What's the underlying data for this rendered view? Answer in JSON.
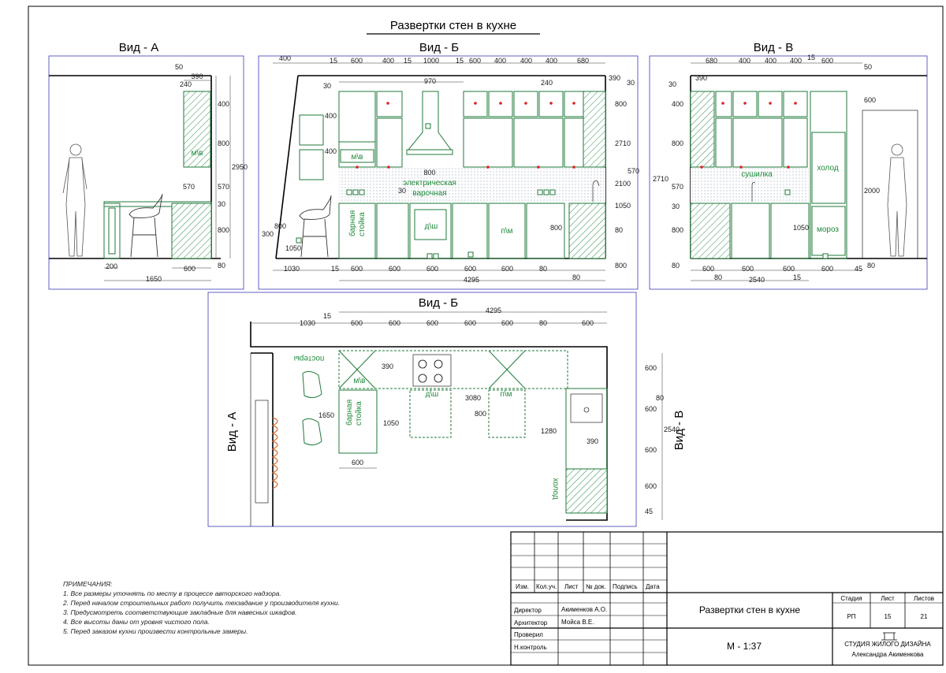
{
  "sheet": {
    "title": "Развертки стен в кухне"
  },
  "views": {
    "a": {
      "title": "Вид - А"
    },
    "b": {
      "title": "Вид - Б"
    },
    "v": {
      "title": "Вид - В"
    },
    "plan": {
      "title": "Вид - Б",
      "side_left": "Вид - А",
      "side_right": "Вид - В"
    }
  },
  "labels": {
    "mv": "м\\в",
    "dsh": "д\\ш",
    "pm": "п\\м",
    "hob_line1": "электрическая",
    "hob_line2": "варочная",
    "bar_line1": "барная",
    "bar_line2": "стойка",
    "dryer": "сушилка",
    "fridge": "холод",
    "freezer": "мороз",
    "holod_flip": "холод",
    "posters": "постеры"
  },
  "dims": {
    "a": [
      "50",
      "390",
      "240",
      "400",
      "800",
      "2950",
      "570",
      "570",
      "30",
      "800",
      "80",
      "200",
      "600",
      "1650"
    ],
    "b_top": [
      "400",
      "15",
      "600",
      "400",
      "15",
      "1000",
      "15",
      "600",
      "400",
      "400",
      "400",
      "680"
    ],
    "b_misc": [
      "970",
      "390",
      "30",
      "240",
      "30",
      "800",
      "400",
      "800",
      "2710",
      "570",
      "2100",
      "30",
      "1050",
      "800",
      "300",
      "1050",
      "800",
      "80",
      "800",
      "30",
      "400"
    ],
    "b_bottom": [
      "1030",
      "15",
      "600",
      "600",
      "600",
      "600",
      "600",
      "80",
      "4295",
      "80"
    ],
    "v_top": [
      "680",
      "400",
      "400",
      "400",
      "15",
      "600",
      "50"
    ],
    "v_misc": [
      "390",
      "30",
      "400",
      "800",
      "2710",
      "570",
      "30",
      "800",
      "80",
      "600",
      "2000",
      "1050",
      "45",
      "80"
    ],
    "v_bottom": [
      "600",
      "600",
      "600",
      "600",
      "80",
      "2540",
      "15"
    ],
    "plan_top": [
      "4295",
      "1030",
      "15",
      "600",
      "600",
      "600",
      "600",
      "600",
      "80",
      "600"
    ],
    "plan_misc": [
      "390",
      "1650",
      "1050",
      "3080",
      "800",
      "1280",
      "390",
      "600",
      "600",
      "2540",
      "80",
      "600",
      "600",
      "45",
      "600"
    ]
  },
  "notes": {
    "heading": "ПРИМЕЧАНИЯ:",
    "items": [
      "1.  Все размеры уточнять по месту в процессе авторского надзора.",
      "2.  Перед началом строительных работ получить техзадание у производителя кухни.",
      "3.  Предусмотреть соответствующие закладные для навесных шкафов.",
      "4.  Все высоты даны от уровня чистого пола.",
      "5.  Перед заказом кухни произвести контрольные замеры."
    ]
  },
  "title_block": {
    "headers": [
      "Изм.",
      "Кол.уч.",
      "Лист",
      "№ док.",
      "Подпись",
      "Дата"
    ],
    "roles": [
      {
        "role": "Директор",
        "name": "Акименков А.О."
      },
      {
        "role": "Архитектор",
        "name": "Мойса В.Е."
      },
      {
        "role": "Проверил",
        "name": ""
      },
      {
        "role": "Н.контроль",
        "name": ""
      }
    ],
    "sheet_name": "Развертки стен в кухне",
    "scale": "М - 1:37",
    "stage_label": "Стадия",
    "sheet_label": "Лист",
    "sheets_label": "Листов",
    "stage": "РП",
    "sheet_no": "15",
    "sheets_total": "21",
    "studio_small": "СТУДИЯ ЖИЛОГО ДИЗАЙНА",
    "studio_name": "Александра Акименкова"
  }
}
